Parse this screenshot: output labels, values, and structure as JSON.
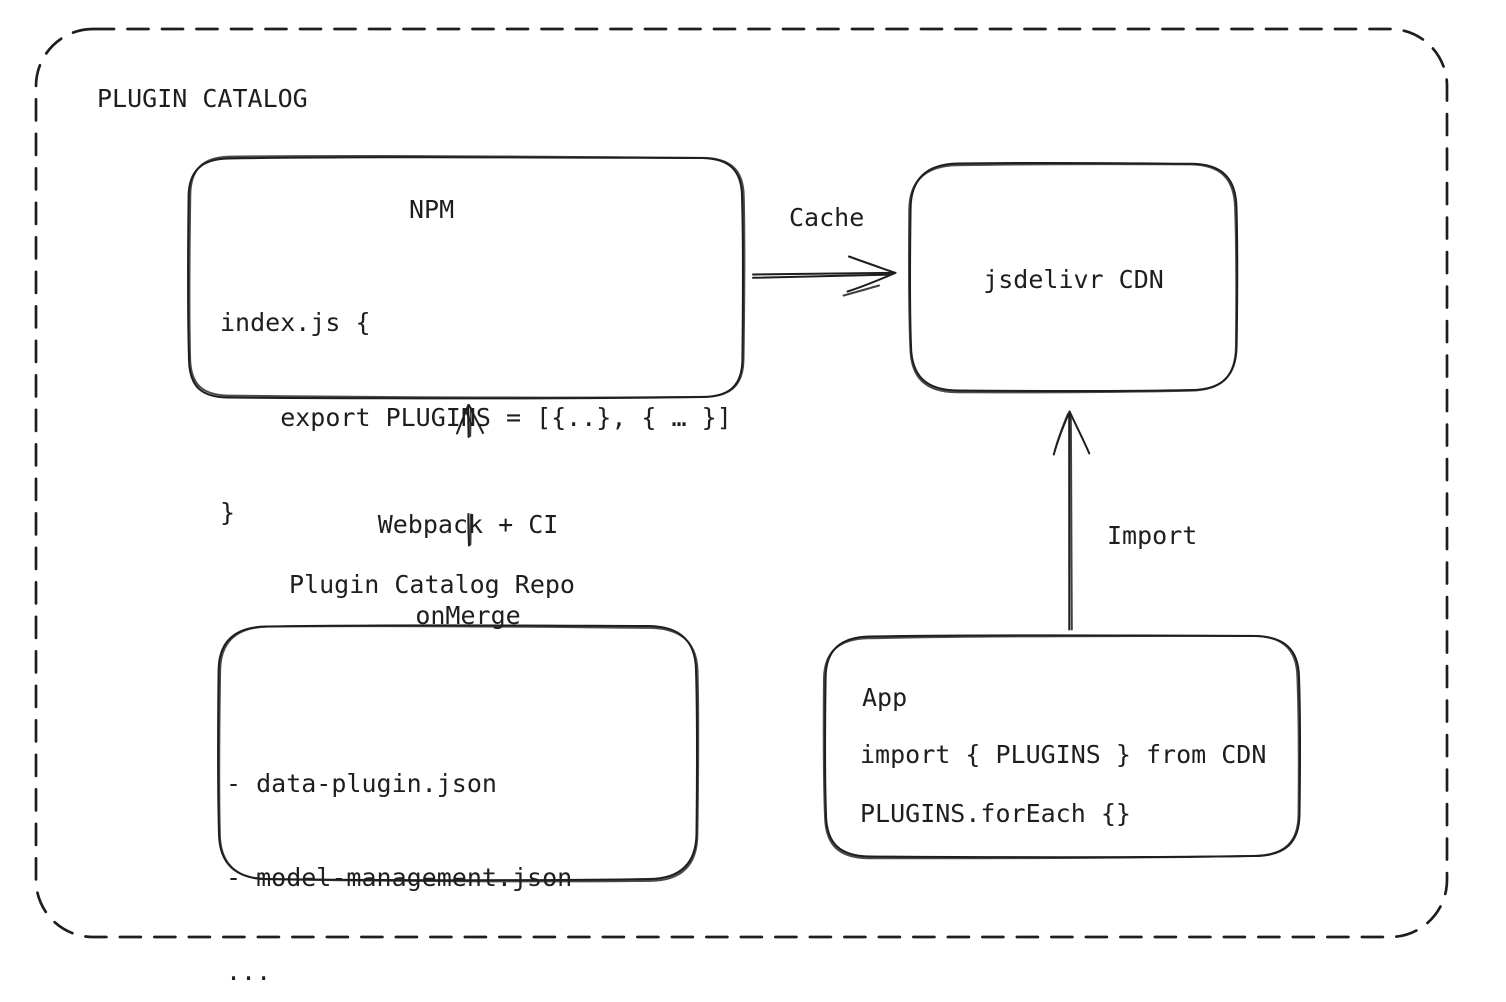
{
  "diagram": {
    "title": "PLUGIN CATALOG",
    "nodes": {
      "npm": {
        "title": "NPM",
        "code": [
          "index.js {",
          "    export PLUGINS = [{..}, { … }]",
          "}"
        ]
      },
      "cdn": {
        "title": "jsdelivr CDN"
      },
      "repo": {
        "label": "Plugin Catalog Repo",
        "items": [
          "- data-plugin.json",
          "- model-management.json",
          "..."
        ]
      },
      "app": {
        "title": "App",
        "code_line1": "import { PLUGINS } from CDN",
        "code_line2": "PLUGINS.forEach {}"
      }
    },
    "edges": {
      "cache": {
        "label": "Cache",
        "from": "NPM",
        "to": "jsdelivr CDN"
      },
      "webpack": {
        "label_line1": "Webpack + CI",
        "label_line2": "onMerge",
        "from": "Plugin Catalog Repo",
        "to": "NPM"
      },
      "import": {
        "label": "Import",
        "from": "App",
        "to": "jsdelivr CDN"
      }
    },
    "colors": {
      "stroke": "#1e1e1e",
      "text": "#1e1e1e",
      "background": "#ffffff"
    }
  }
}
